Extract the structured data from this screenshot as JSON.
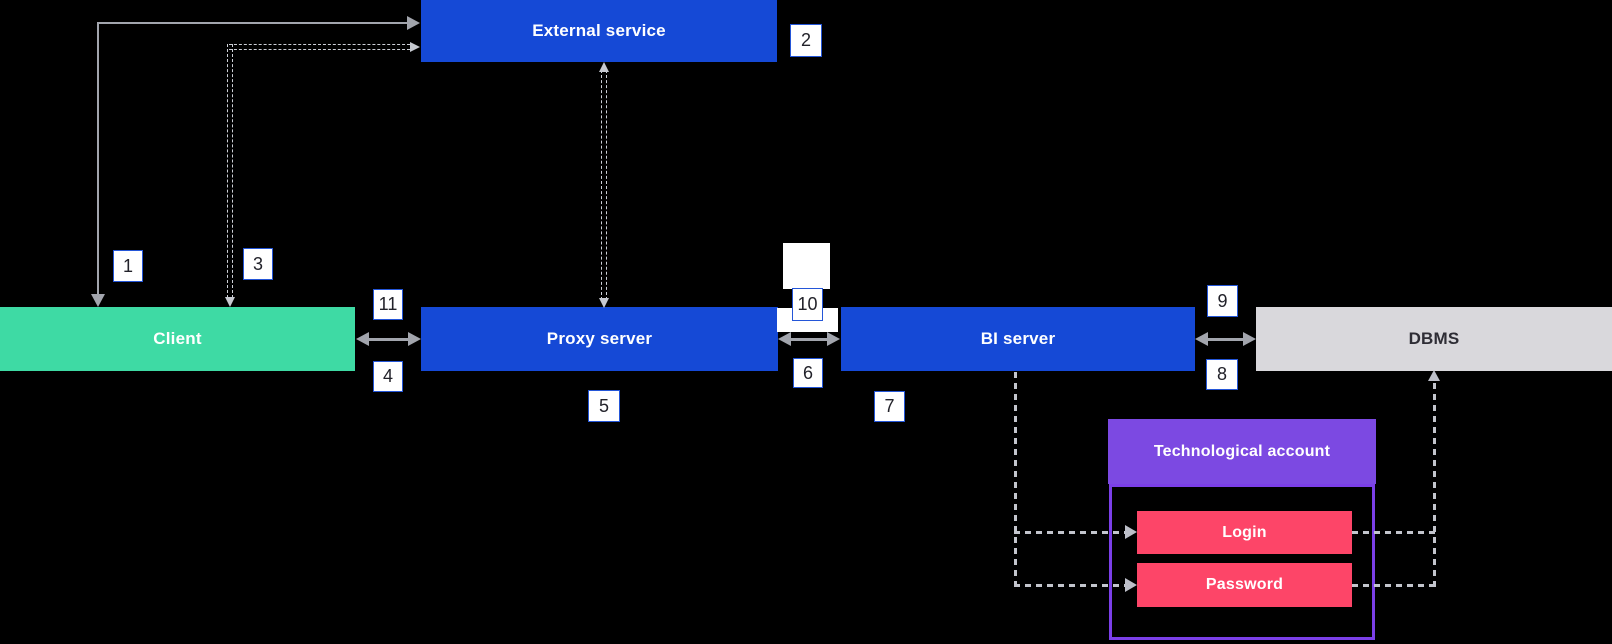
{
  "diagram": {
    "background_color": "#000000",
    "nodes": {
      "external_service": {
        "label": "External service",
        "color": "#1549d6",
        "text_color": "#ffffff"
      },
      "client": {
        "label": "Client",
        "color": "#3edaa4",
        "text_color": "#ffffff"
      },
      "proxy_server": {
        "label": "Proxy server",
        "color": "#1549d6",
        "text_color": "#ffffff"
      },
      "bi_server": {
        "label": "BI server",
        "color": "#1549d6",
        "text_color": "#ffffff"
      },
      "dbms": {
        "label": "DBMS",
        "color": "#d9d8dc",
        "text_color": "#2e2d35"
      },
      "technological_account": {
        "label": "Technological account",
        "color": "#7c49e2",
        "border_color": "#7b3fe8",
        "text_color": "#ffffff"
      },
      "login": {
        "label": "Login",
        "color": "#fd4568",
        "text_color": "#ffffff"
      },
      "password": {
        "label": "Password",
        "color": "#fd4568",
        "text_color": "#ffffff"
      }
    },
    "markers": {
      "m1": {
        "label": "1"
      },
      "m2": {
        "label": "2"
      },
      "m3": {
        "label": "3"
      },
      "m4": {
        "label": "4"
      },
      "m5": {
        "label": "5"
      },
      "m6": {
        "label": "6"
      },
      "m7": {
        "label": "7"
      },
      "m8": {
        "label": "8"
      },
      "m9": {
        "label": "9"
      },
      "m10": {
        "label": "10"
      },
      "m11": {
        "label": "11"
      }
    },
    "connector_colors": {
      "solid": "#a2a5ad",
      "dashed": "#c3c5cd",
      "fine_dashed": "#cdd0d7"
    },
    "marker_style": {
      "background": "#ffffff",
      "border": "#2456d8",
      "text": "#22222a"
    }
  }
}
